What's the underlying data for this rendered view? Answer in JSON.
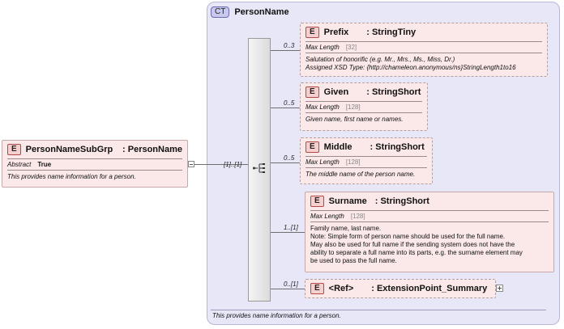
{
  "complex_type": {
    "badge": "CT",
    "name": "PersonName",
    "documentation": "This provides name information for a person."
  },
  "root_element": {
    "badge": "E",
    "name": "PersonNameSubGrp",
    "type": ": PersonName",
    "attr_label": "Abstract",
    "attr_value": "True",
    "documentation": "This provides name information for a person.",
    "occurrence": "[1]..[1]"
  },
  "children": [
    {
      "badge": "E",
      "name": "Prefix",
      "type": ": StringTiny",
      "occurrence": "0..3",
      "facet_label": "Max Length",
      "facet_value": "[32]",
      "doc1": "Salutation of honorific (e.g. Mr., Mrs., Ms., Miss, Dr.)",
      "doc2": "Assigned XSD Type: {http://chameleon.anonymous/ns}StringLength1to16"
    },
    {
      "badge": "E",
      "name": "Given",
      "type": ": StringShort",
      "occurrence": "0..5",
      "facet_label": "Max Length",
      "facet_value": "[128]",
      "doc1": "Given name, first name or names."
    },
    {
      "badge": "E",
      "name": "Middle",
      "type": ": StringShort",
      "occurrence": "0..5",
      "facet_label": "Max Length",
      "facet_value": "[128]",
      "doc1": "The middle name of the person name."
    },
    {
      "badge": "E",
      "name": "Surname",
      "type": ": StringShort",
      "occurrence": "1..[1]",
      "facet_label": "Max Length",
      "facet_value": "[128]",
      "doc_lines": [
        "Family name, last name.",
        "Note: Simple form of person name should be used for the full name.",
        "May also be used for full name if the sending system does not have the",
        "ability to separate a full name into its parts, e.g. the surname element may",
        "be used to pass the full name."
      ]
    },
    {
      "badge": "E",
      "name": "<Ref>",
      "type": ": ExtensionPoint_Summary",
      "occurrence": "0..[1]"
    }
  ],
  "colors": {
    "ct_bg": "#e7e7f8",
    "element_bg": "#fbe8e8",
    "badge_e": "#f6cfcf"
  },
  "icons": {
    "sequence": "sequence-icon",
    "expand": "plus-expander-icon",
    "collapse": "minus-collapser-icon"
  }
}
